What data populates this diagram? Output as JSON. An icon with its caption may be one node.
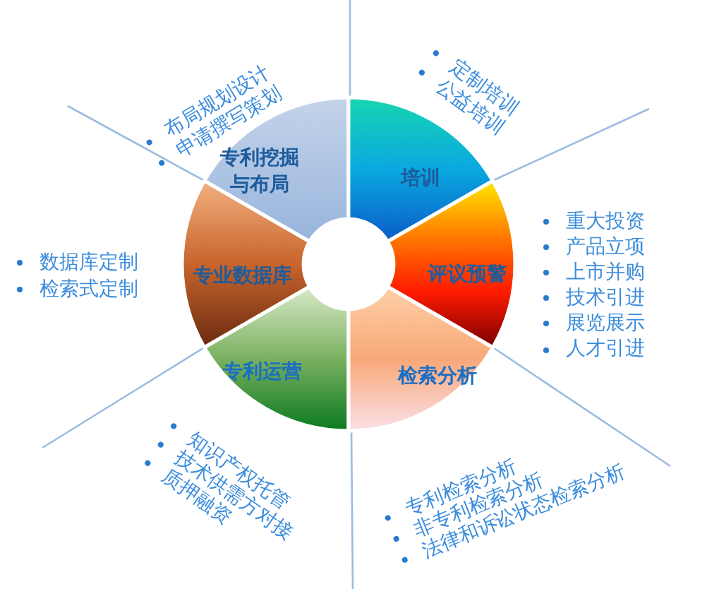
{
  "diagram": {
    "nodes": [
      {
        "text": [
          "专利挖掘与布局"
        ],
        "beside": [
          "布局规划设计",
          "申请撰写策划"
        ]
      },
      {
        "text": [
          "培训"
        ],
        "beside": [
          "定制培训",
          "公益培训"
        ]
      },
      {
        "text": [
          "专业数据库"
        ],
        "beside": [
          "数据库定制",
          "检索式定制"
        ]
      },
      {
        "text": [
          "评议预警"
        ],
        "beside": [
          "重大投资",
          "产品立项",
          "上市并购",
          "技术引进",
          "展览展示",
          "人才引进"
        ]
      },
      {
        "text": [
          "专利运营"
        ],
        "beside": [
          "知识产权托管",
          "技术供需方对接",
          "质押融资"
        ]
      },
      {
        "text": [
          "检索分析"
        ],
        "beside": [
          "专利检索分析",
          "非专利检索分析",
          "法律和诉讼状态检索分析"
        ]
      }
    ]
  }
}
